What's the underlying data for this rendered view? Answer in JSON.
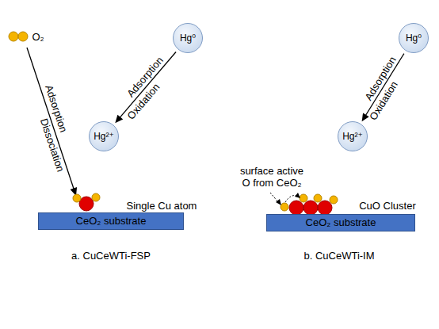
{
  "diagram": {
    "nodes": [
      {
        "text": [
          "Hg⁰"
        ]
      },
      {
        "text": [
          "Hg²⁺"
        ]
      },
      {
        "text": [
          "CeO₂ substrate"
        ]
      },
      {
        "text": [
          "Hg⁰"
        ]
      },
      {
        "text": [
          "Hg²⁺"
        ]
      },
      {
        "text": [
          "CeO₂ substrate"
        ]
      }
    ],
    "edges": [
      {
        "from": 0,
        "to": 1,
        "arrow": "to",
        "label": "Adsorption"
      },
      {
        "from": 3,
        "to": 4,
        "arrow": "to",
        "label": "Adsorption"
      }
    ],
    "labels": [
      "O₂",
      "Adsorption",
      "Dissociation",
      "Oxidation",
      "Single Cu atom",
      "a. CuCeWTi-FSP",
      "surface active O from CeO₂",
      "Oxidation",
      "CuO Cluster",
      "b. CuCeWTi-IM"
    ]
  }
}
